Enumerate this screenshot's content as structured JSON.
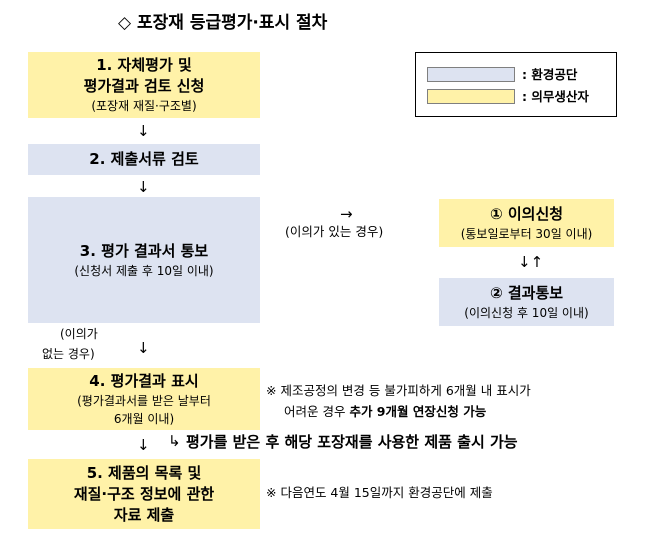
{
  "title": "◇ 포장재 등급평가·표시 절차",
  "legend": {
    "items": [
      {
        "label": ": 환경공단",
        "color": "#dde3f1"
      },
      {
        "label": ": 의무생산자",
        "color": "#fff2a8"
      }
    ]
  },
  "steps": {
    "s1": {
      "line1": "1. 자체평가 및",
      "line2": "평가결과 검토 신청",
      "sub": "(포장재 재질·구조별)"
    },
    "s2": {
      "line1": "2. 제출서류 검토"
    },
    "s3": {
      "line1": "3. 평가 결과서 통보",
      "sub": "(신청서 제출 후 10일 이내)"
    },
    "s4": {
      "line1": "4. 평가결과 표시",
      "sub1": "(평가결과서를 받은 날부터",
      "sub2": "6개월 이내)"
    },
    "s5": {
      "line1": "5. 제품의 목록 및",
      "line2": "재질·구조 정보에 관한",
      "line3": "자료 제출"
    }
  },
  "objection": {
    "o1": {
      "line1": "① 이의신청",
      "sub": "(통보일로부터 30일 이내)"
    },
    "o2": {
      "line1": "② 결과통보",
      "sub": "(이의신청 후 10일 이내)"
    }
  },
  "labels": {
    "if_objection": "(이의가 있는 경우)",
    "no_objection_1": "(이의가",
    "no_objection_2": "없는 경우)"
  },
  "arrows": {
    "down": "↓",
    "right": "→",
    "updown": "↓↑",
    "corner": "↳"
  },
  "notes": {
    "note4_line1": "※ 제조공정의 변경 등 불가피하게 6개월 내 표시가",
    "note4_line2_pre": "어려운 경우 ",
    "note4_line2_bold": "추가 9개월 연장신청 가능",
    "release": "평가를 받은 후 해당 포장재를 사용한 제품 출시 가능",
    "note5": "※ 다음연도 4월 15일까지 환경공단에 제출"
  }
}
